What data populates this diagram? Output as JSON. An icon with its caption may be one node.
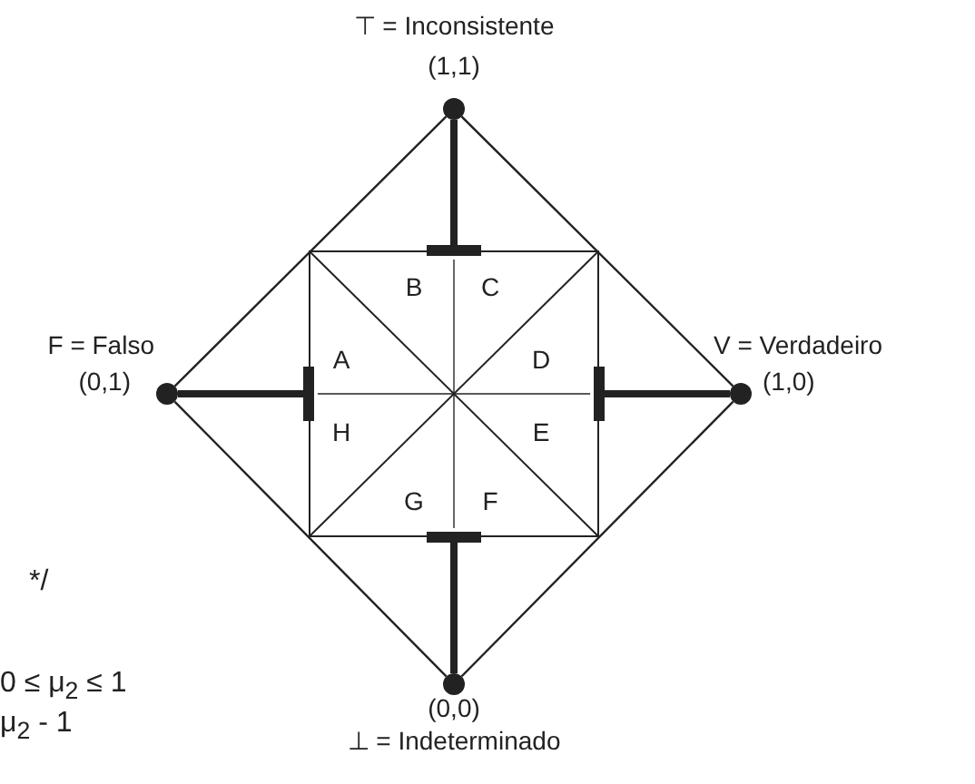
{
  "diagram": {
    "nodes": [
      {
        "text": [],
        "shape": "circle",
        "beside": [
          "⊤ = Inconsistente",
          "(1,1)"
        ]
      },
      {
        "text": [],
        "shape": "circle",
        "beside": [
          "F = Falso",
          "(0,1)"
        ]
      },
      {
        "text": [],
        "shape": "circle",
        "beside": [
          "V = Verdadeiro",
          "(1,0)"
        ]
      },
      {
        "text": [],
        "shape": "circle",
        "beside": [
          "(0,0)",
          "⊥ = Indeterminado"
        ]
      },
      {
        "text": [],
        "shape": "box"
      }
    ],
    "edges": [
      {
        "from": 0,
        "to": 1,
        "arrow": "none"
      },
      {
        "from": 0,
        "to": 2,
        "arrow": "none"
      },
      {
        "from": 1,
        "to": 3,
        "arrow": "none"
      },
      {
        "from": 2,
        "to": 3,
        "arrow": "none"
      },
      {
        "from": 0,
        "to": 4,
        "arrow": "other",
        "style": "thick"
      },
      {
        "from": 1,
        "to": 4,
        "arrow": "other",
        "style": "thick"
      },
      {
        "from": 2,
        "to": 4,
        "arrow": "other",
        "style": "thick"
      },
      {
        "from": 3,
        "to": 4,
        "arrow": "other",
        "style": "thick"
      }
    ],
    "labels": [
      "B",
      "C",
      "A",
      "D",
      "H",
      "E",
      "G",
      "F",
      "*/",
      "0 ≤ μ$_{2}$ ≤ 1",
      "μ$_{2}$ - 1"
    ]
  }
}
